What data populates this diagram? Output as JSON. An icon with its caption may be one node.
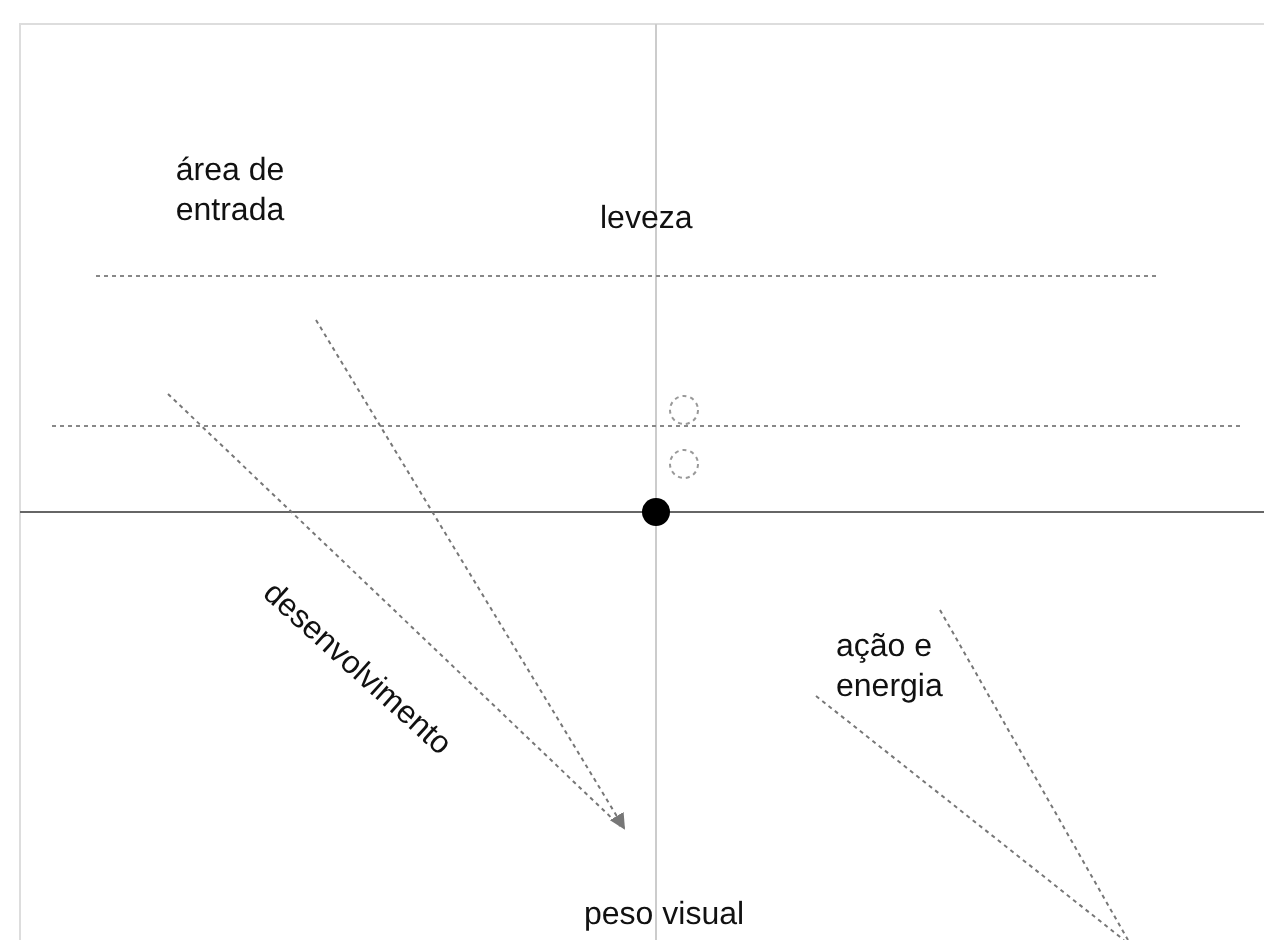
{
  "diagram": {
    "labels": [
      "área de entrada",
      "leveza",
      "desenvolvimento",
      "ação e energia",
      "peso visual"
    ]
  }
}
